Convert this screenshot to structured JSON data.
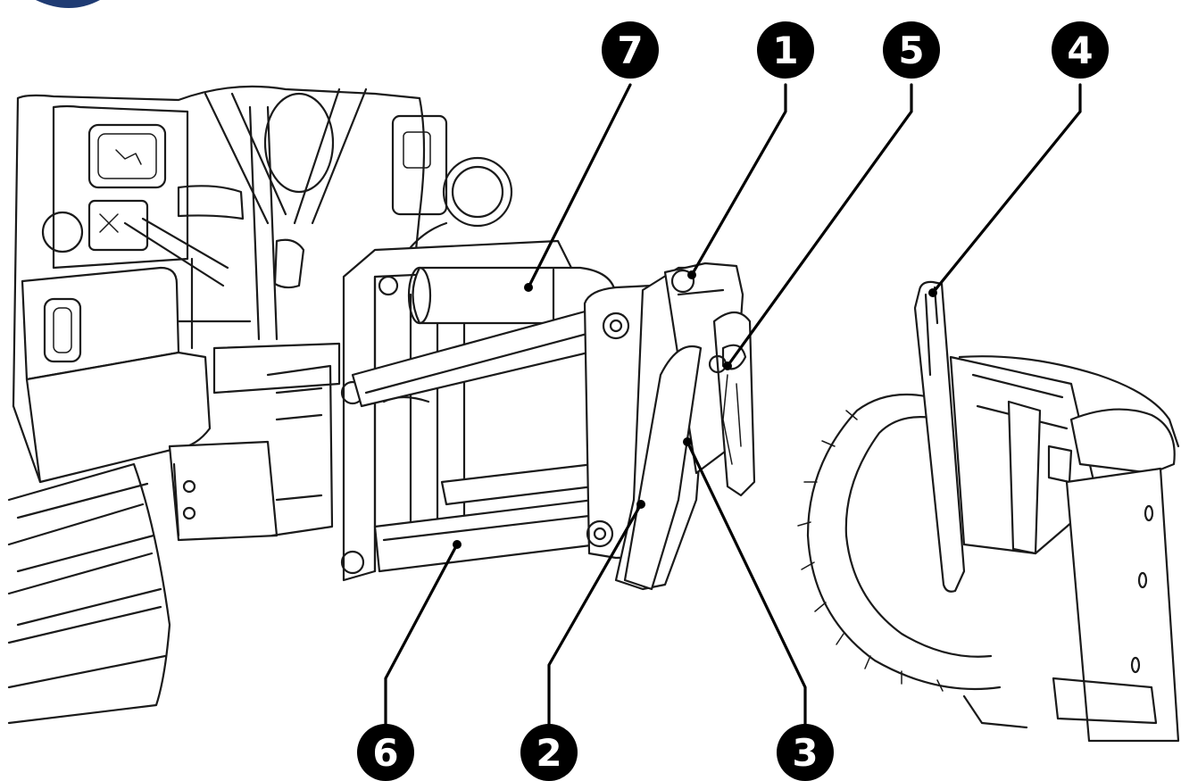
{
  "colors": {
    "line": "#1a1a1a",
    "callout_fill": "#000000",
    "callout_text": "#ffffff",
    "logo": "#1f3b73"
  },
  "callouts": [
    {
      "id": "c1",
      "label": "1"
    },
    {
      "id": "c2",
      "label": "2"
    },
    {
      "id": "c3",
      "label": "3"
    },
    {
      "id": "c4",
      "label": "4"
    },
    {
      "id": "c5",
      "label": "5"
    },
    {
      "id": "c6",
      "label": "6"
    },
    {
      "id": "c7",
      "label": "7"
    }
  ]
}
